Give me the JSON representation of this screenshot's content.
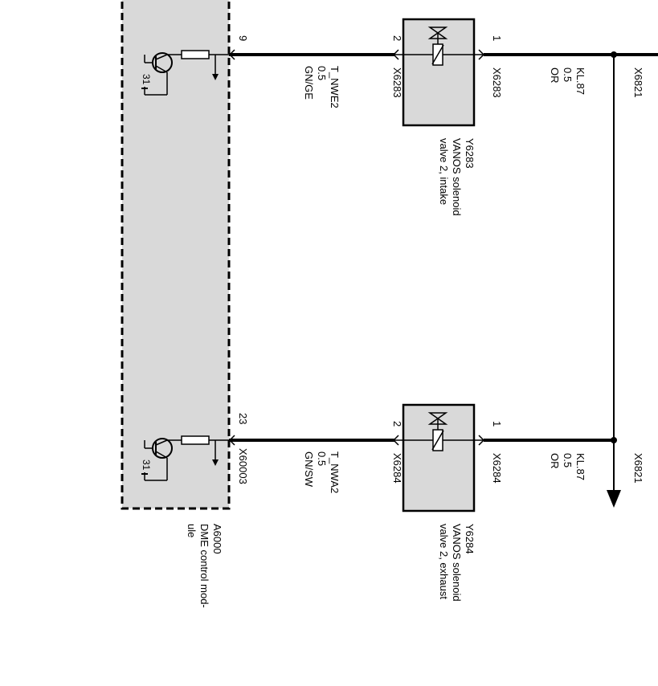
{
  "module": {
    "id": "A6000",
    "name_line1": "DME control mod-",
    "name_line2": "ule",
    "pin_top": "9",
    "pin_bottom": "23",
    "connector_bottom": "X60003",
    "ground_top": "31",
    "ground_bottom": "31"
  },
  "valve_intake": {
    "id": "Y6283",
    "name_line1": "VANOS solenoid",
    "name_line2": "valve 2, intake",
    "pin_left": "2",
    "pin_right": "1",
    "connector_left": "X6283",
    "connector_right": "X6283"
  },
  "valve_exhaust": {
    "id": "Y6284",
    "name_line1": "VANOS solenoid",
    "name_line2": "valve 2, exhaust",
    "pin_left": "2",
    "pin_right": "1",
    "connector_left": "X6284",
    "connector_right": "X6284"
  },
  "wire_intake_signal": {
    "name": "T_NWE2",
    "gauge": "0.5",
    "color": "GN/GE"
  },
  "wire_exhaust_signal": {
    "name": "T_NWA2",
    "gauge": "0.5",
    "color": "GN/SW"
  },
  "wire_intake_power": {
    "name": "KL.87",
    "gauge": "0.5",
    "color": "OR"
  },
  "wire_exhaust_power": {
    "name": "KL.87",
    "gauge": "0.5",
    "color": "OR"
  },
  "splice_top": "X6821",
  "splice_bottom": "X6821",
  "colors": {
    "module_fill": "#d9d9d9",
    "valve_fill": "#d9d9d9",
    "line": "#000000"
  }
}
